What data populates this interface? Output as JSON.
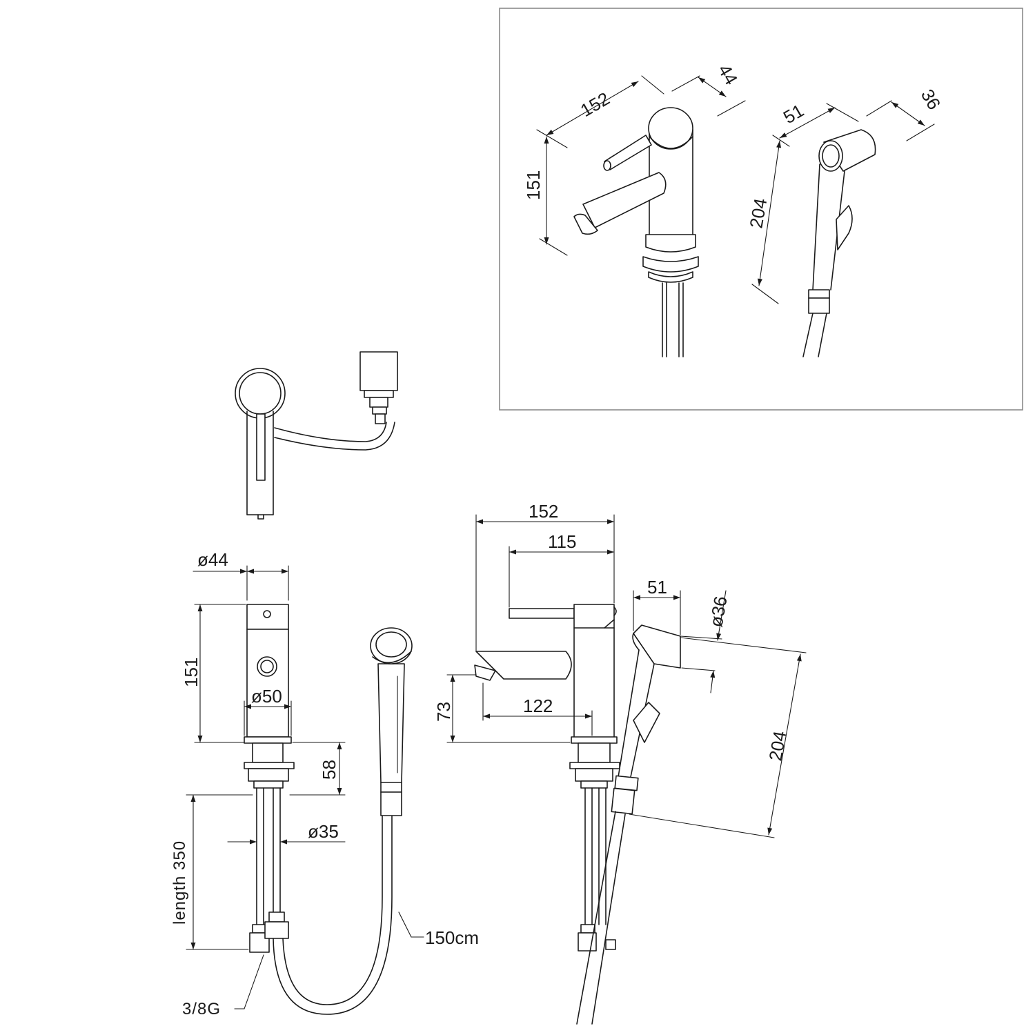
{
  "colors": {
    "line": "#1a1a1a",
    "frame": "#8a8a8a",
    "background": "#ffffff"
  },
  "perspective_view": {
    "faucet": {
      "depth": "152",
      "width": "44",
      "height": "151"
    },
    "spray": {
      "depth": "51",
      "width": "36",
      "height": "204"
    }
  },
  "front_view": {
    "body_diameter": "ø44",
    "height": "151",
    "base_diameter": "ø50",
    "base_height": "58",
    "inlet_length": "length  350",
    "inlet_diameter": "ø35",
    "thread": "3/8G",
    "hose_length": "150cm"
  },
  "side_view": {
    "total_depth": "152",
    "handle_depth": "115",
    "spout_reach": "122",
    "spout_height": "73",
    "spray_length": "51",
    "spray_diameter": "ø36",
    "spray_height": "204"
  }
}
